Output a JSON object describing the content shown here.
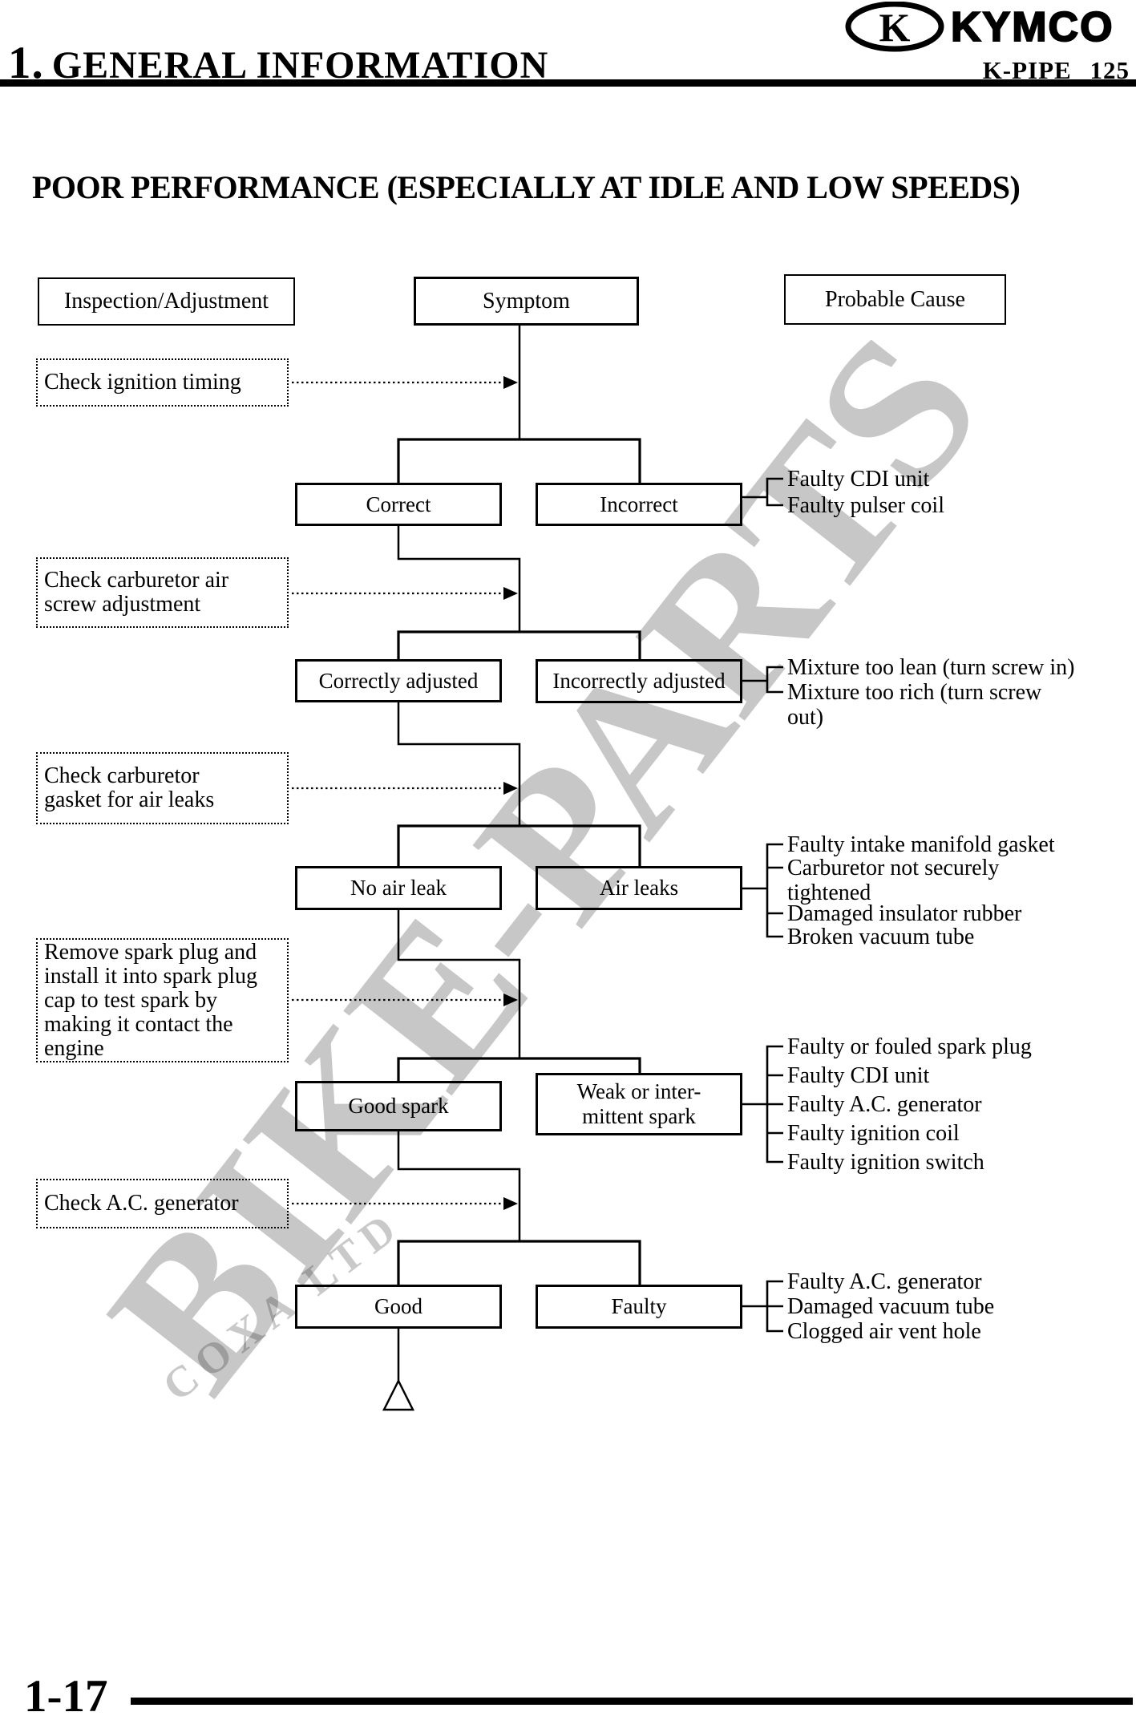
{
  "header": {
    "section_no": "1.",
    "section_name": "GENERAL INFORMATION",
    "brand": "KYMCO",
    "logo_letter": "K",
    "model": "K-PIPE 125"
  },
  "page": {
    "title": "POOR PERFORMANCE (ESPECIALLY AT IDLE AND LOW SPEEDS)",
    "page_number": "1-17"
  },
  "columns": {
    "inspection": "Inspection/Adjustment",
    "symptom": "Symptom",
    "cause": "Probable Cause"
  },
  "watermark": {
    "line1": "BIKE-PARTS",
    "line2": "COXA LTD"
  },
  "flow": {
    "rows": [
      {
        "check": "Check ignition timing",
        "ok": "Correct",
        "bad": "Incorrect",
        "causes": [
          "Faulty CDI unit",
          "Faulty pulser coil"
        ]
      },
      {
        "check": "Check carburetor air\nscrew adjustment",
        "ok": "Correctly adjusted",
        "bad": "Incorrectly adjusted",
        "causes": [
          "Mixture too lean (turn screw in)",
          "Mixture too rich (turn screw\nout)"
        ]
      },
      {
        "check": "Check carburetor\ngasket for air leaks",
        "ok": "No air leak",
        "bad": "Air leaks",
        "causes": [
          "Faulty intake manifold gasket",
          "Carburetor not securely\ntightened",
          "Damaged insulator rubber",
          "Broken vacuum tube"
        ]
      },
      {
        "check": "Remove spark plug and\ninstall it into spark plug\ncap to test spark by\nmaking it contact the\nengine",
        "ok": "Good spark",
        "bad": "Weak or inter-\nmittent spark",
        "causes": [
          "Faulty or fouled spark plug",
          "Faulty CDI unit",
          "Faulty A.C. generator",
          "Faulty ignition coil",
          "Faulty ignition switch"
        ]
      },
      {
        "check": "Check A.C. generator",
        "ok": "Good",
        "bad": "Faulty",
        "causes": [
          "Faulty A.C. generator",
          "Damaged vacuum tube",
          "Clogged air vent hole"
        ]
      }
    ]
  }
}
